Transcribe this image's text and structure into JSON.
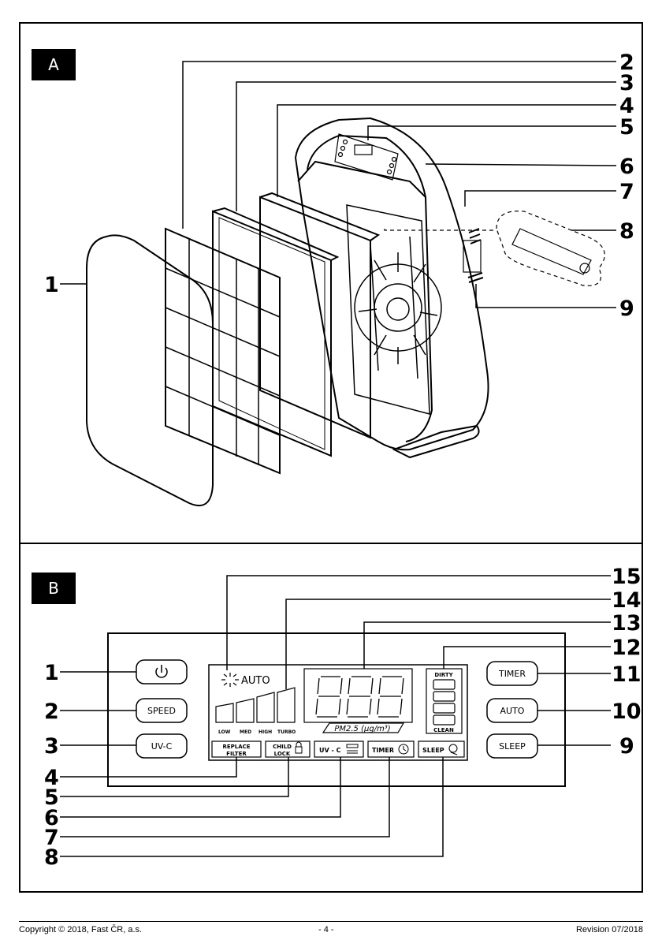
{
  "section_a": {
    "label": "A",
    "callouts": [
      "1",
      "2",
      "3",
      "4",
      "5",
      "6",
      "7",
      "8",
      "9"
    ]
  },
  "section_b": {
    "label": "B",
    "callouts": [
      "1",
      "2",
      "3",
      "4",
      "5",
      "6",
      "7",
      "8",
      "9",
      "10",
      "11",
      "12",
      "13",
      "14",
      "15"
    ],
    "panel": {
      "power_icon": "power-icon",
      "speed": "SPEED",
      "uvc": "UV-C",
      "timer": "TIMER",
      "auto": "AUTO",
      "sleep": "SLEEP",
      "auto_indicator": "AUTO",
      "speed_levels": [
        "LOW",
        "MED",
        "HIGH",
        "TURBO"
      ],
      "replace_filter": [
        "REPLACE",
        "FILTER"
      ],
      "child_lock": [
        "CHILD",
        "LOCK"
      ],
      "uv_c_indicator": "UV - C",
      "timer_indicator": "TIMER",
      "sleep_indicator": "SLEEP",
      "pm_label": "PM2.5  (µg/m³)",
      "dirty": "DIRTY",
      "clean": "CLEAN",
      "digits": "888"
    }
  },
  "footer": {
    "copyright": "Copyright © 2018, Fast ČR, a.s.",
    "page": "- 4 -",
    "revision": "Revision 07/2018"
  }
}
